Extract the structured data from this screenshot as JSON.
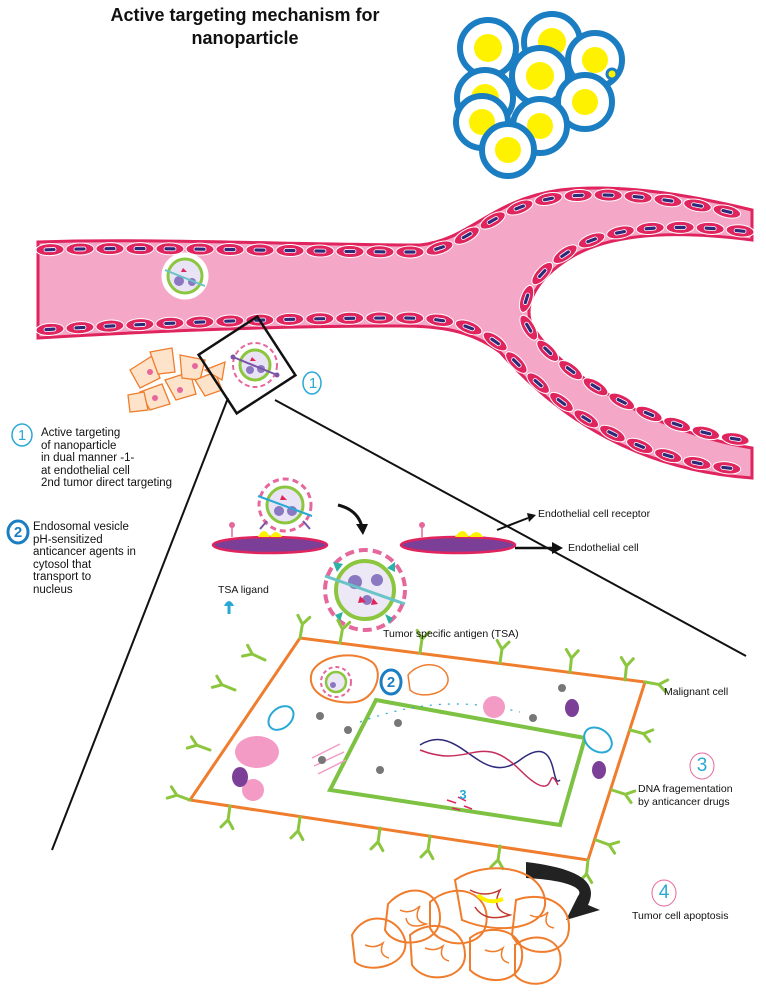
{
  "title": {
    "line1": "Active targeting mechanism for",
    "line2": "nanoparticle"
  },
  "notes": [
    {
      "number": "1",
      "lines": [
        "Active targeting",
        "of nanoparticle",
        "in dual manner -1-",
        "at endothelial cell",
        "2nd tumor direct targeting"
      ]
    },
    {
      "number": "2",
      "lines": [
        "Endosomal vesicle",
        "pH-sensitized",
        "anticancer agents in",
        "cytosol that",
        "transport to",
        "nucleus"
      ]
    }
  ],
  "labels": {
    "endothelial_receptor": "Endothelial cell receptor",
    "endothelial_cell": "Endothelial cell",
    "tsa_ligand": "TSA ligand",
    "tsa": "Tumor specific antigen (TSA)",
    "malignant_cell": "Malignant cell",
    "dna_frag_line1": "DNA fragementation",
    "dna_frag_line2": "by anticancer drugs",
    "apoptosis": "Tumor cell apoptosis"
  },
  "markers": {
    "vessel_marker": "1",
    "cell_marker": "2",
    "nucleus_marker": "3",
    "dna_marker": "3",
    "apoptosis_marker": "4"
  },
  "colors": {
    "vessel_fill": "#f4a7c7",
    "vessel_wall": "#e0245e",
    "endothelial_nucleus": "#2e2a7a",
    "tumor_cell_ring": "#1b7ec2",
    "tumor_cell_core": "#fff200",
    "malignant_border": "#ef7d2d",
    "antigen": "#8cc63f",
    "nucleus_border": "#7dc242",
    "marker_blue": "#29a8d6",
    "marker_pink": "#e6679c",
    "arrow": "#111111"
  }
}
